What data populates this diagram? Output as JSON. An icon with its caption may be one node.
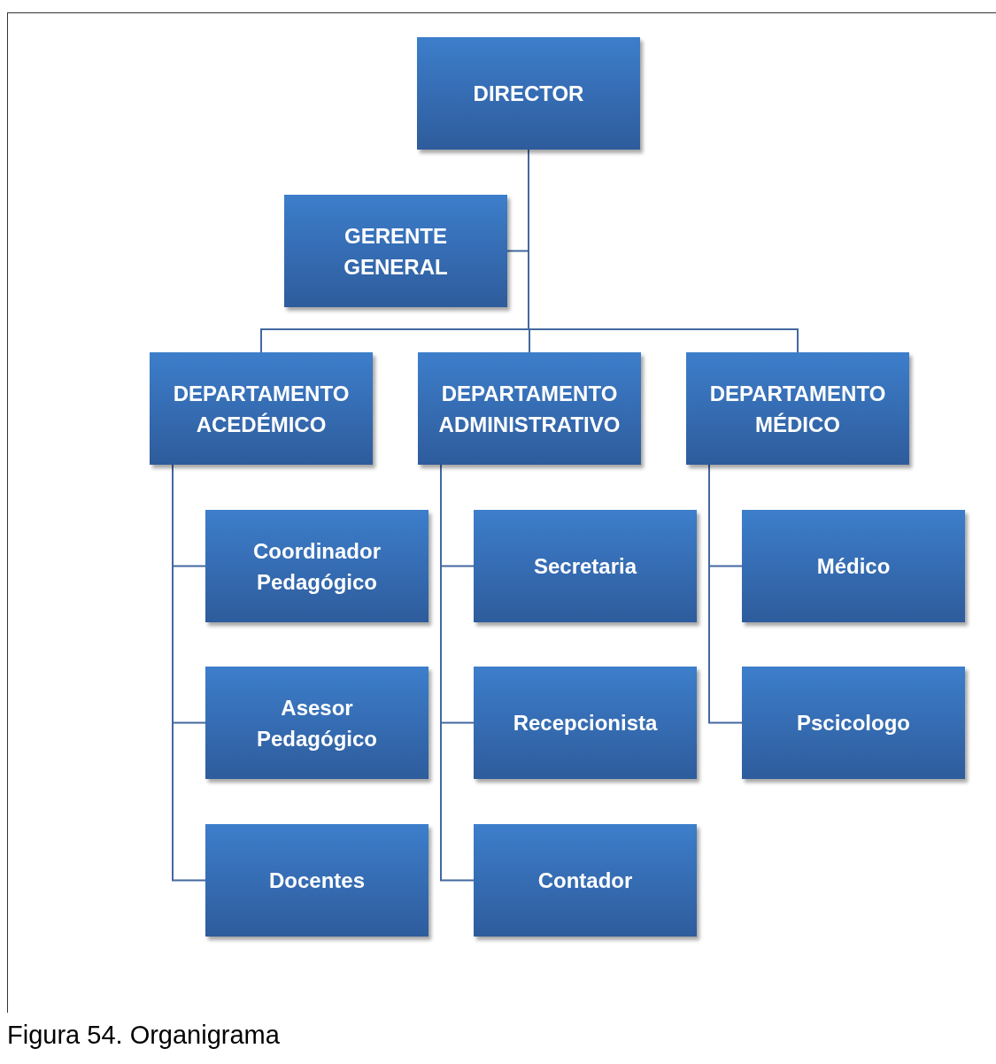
{
  "diagram": {
    "caption": "Figura 54. Organigrama",
    "nodes": [
      {
        "text": [
          "DIRECTOR"
        ]
      },
      {
        "text": [
          "GERENTE GENERAL"
        ]
      },
      {
        "text": [
          "DEPARTAMENTO ACEDÉMICO"
        ]
      },
      {
        "text": [
          "DEPARTAMENTO ADMINISTRATIVO"
        ]
      },
      {
        "text": [
          "DEPARTAMENTO MÉDICO"
        ]
      },
      {
        "text": [
          "Coordinador Pedagógico"
        ]
      },
      {
        "text": [
          "Asesor Pedagógico"
        ]
      },
      {
        "text": [
          "Docentes"
        ]
      },
      {
        "text": [
          "Secretaria"
        ]
      },
      {
        "text": [
          "Recepcionista"
        ]
      },
      {
        "text": [
          "Contador"
        ]
      },
      {
        "text": [
          "Médico"
        ]
      },
      {
        "text": [
          "Pscicologo"
        ]
      }
    ],
    "edges": [
      {
        "from": 0,
        "to": 1,
        "arrow": "none"
      },
      {
        "from": 0,
        "to": 2,
        "arrow": "none"
      },
      {
        "from": 0,
        "to": 3,
        "arrow": "none"
      },
      {
        "from": 0,
        "to": 4,
        "arrow": "none"
      },
      {
        "from": 2,
        "to": 5,
        "arrow": "none"
      },
      {
        "from": 2,
        "to": 6,
        "arrow": "none"
      },
      {
        "from": 2,
        "to": 7,
        "arrow": "none"
      },
      {
        "from": 3,
        "to": 8,
        "arrow": "none"
      },
      {
        "from": 3,
        "to": 9,
        "arrow": "none"
      },
      {
        "from": 3,
        "to": 10,
        "arrow": "none"
      },
      {
        "from": 4,
        "to": 11,
        "arrow": "none"
      },
      {
        "from": 4,
        "to": 12,
        "arrow": "none"
      }
    ]
  }
}
